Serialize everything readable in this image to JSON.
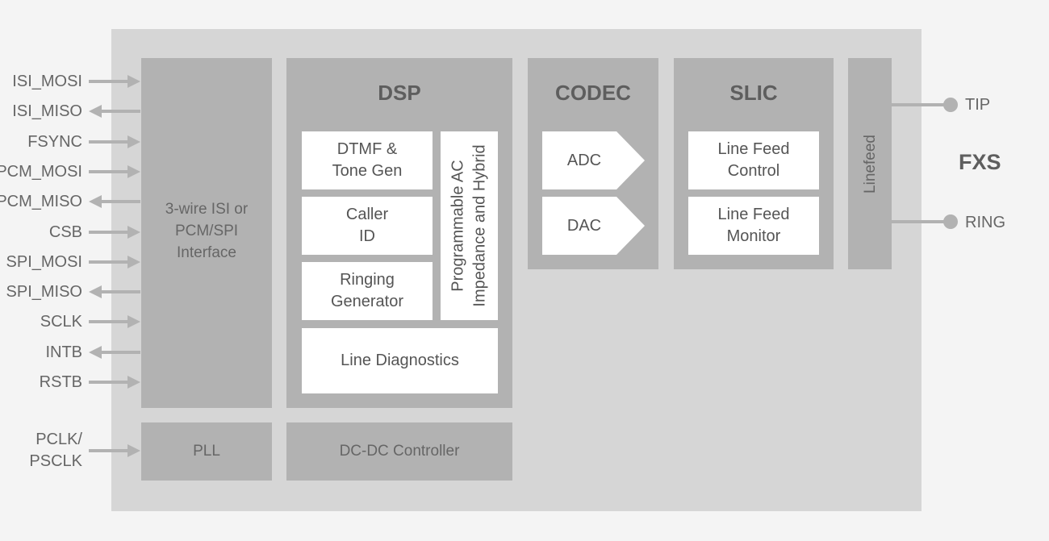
{
  "left_pins": [
    {
      "name": "ISI_MOSI",
      "dir": "in"
    },
    {
      "name": "ISI_MISO",
      "dir": "out"
    },
    {
      "name": "FSYNC",
      "dir": "in"
    },
    {
      "name": "PCM_MOSI",
      "dir": "in"
    },
    {
      "name": "PCM_MISO",
      "dir": "out"
    },
    {
      "name": "CSB",
      "dir": "in"
    },
    {
      "name": "SPI_MOSI",
      "dir": "in"
    },
    {
      "name": "SPI_MISO",
      "dir": "out"
    },
    {
      "name": "SCLK",
      "dir": "in"
    },
    {
      "name": "INTB",
      "dir": "out"
    },
    {
      "name": "RSTB",
      "dir": "in"
    }
  ],
  "clock_pin": {
    "line1": "PCLK/",
    "line2": "PSCLK"
  },
  "interface": {
    "line1": "3-wire ISI or",
    "line2": "PCM/SPI",
    "line3": "Interface"
  },
  "pll": {
    "label": "PLL"
  },
  "dcdc": {
    "label": "DC-DC Controller"
  },
  "dsp": {
    "title": "DSP",
    "dtmf": {
      "line1": "DTMF &",
      "line2": "Tone Gen"
    },
    "caller": {
      "line1": "Caller",
      "line2": "ID"
    },
    "ringing": {
      "line1": "Ringing",
      "line2": "Generator"
    },
    "programmable": {
      "line1": "Programmable AC",
      "line2": "Impedance and Hybrid"
    },
    "diagnostics": "Line Diagnostics"
  },
  "codec": {
    "title": "CODEC",
    "adc": "ADC",
    "dac": "DAC"
  },
  "slic": {
    "title": "SLIC",
    "control": {
      "line1": "Line Feed",
      "line2": "Control"
    },
    "monitor": {
      "line1": "Line Feed",
      "line2": "Monitor"
    }
  },
  "linefeed": {
    "label": "Linefeed"
  },
  "fxs": {
    "title": "FXS",
    "tip": "TIP",
    "ring": "RING"
  },
  "colors": {
    "background": "#f4f4f4",
    "chip": "#d6d6d6",
    "block": "#b2b2b2",
    "inner": "#ffffff",
    "arrow": "#b2b2b2"
  }
}
